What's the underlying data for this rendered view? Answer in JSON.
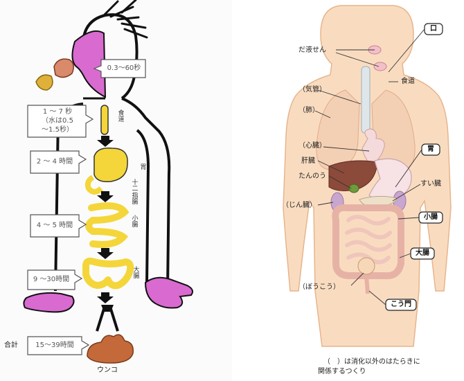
{
  "left": {
    "time_mouth": "0.3～60秒",
    "time_esophagus_line1": "1 ～ 7 秒",
    "time_esophagus_line2": "（水は0.5",
    "time_esophagus_line3": "～1.5秒）",
    "time_stomach": "2 ～ 4 時間",
    "time_small_intestine": "4 ～ 5 時間",
    "time_large_intestine": "9 ～30時間",
    "total_label": "合計",
    "time_total": "15～39時間",
    "label_esophagus": "食道",
    "label_stomach": "胃",
    "label_duodenum": "十二指腸",
    "label_small_intestine": "小腸",
    "label_large_intestine": "大腸",
    "label_feces": "ウンコ"
  },
  "right": {
    "label_mouth": "口",
    "label_salivary": "だ液せん",
    "label_esophagus": "食道",
    "label_trachea": "（気管）",
    "label_lungs": "（肺）",
    "label_heart": "（心臓）",
    "label_liver": "肝臓",
    "label_gallbladder": "たんのう",
    "label_kidney": "（じん臓）",
    "label_stomach": "胃",
    "label_pancreas": "すい臓",
    "label_small_intestine": "小腸",
    "label_large_intestine": "大腸",
    "label_bladder": "（ぼうこう）",
    "label_anus": "こう門",
    "note_line1": "（　）は消化以外のはたらきに",
    "note_line2": "関係するつくり"
  },
  "colors": {
    "organ_yellow": "#f4d63a",
    "pink": "#d86ad0",
    "skin": "#f9dcc0",
    "skin_shade": "#efc39c",
    "liver": "#8c4a3a",
    "gallbladder": "#6f9b3c",
    "kidney": "#c9a6cf",
    "feces": "#c46a3a"
  }
}
